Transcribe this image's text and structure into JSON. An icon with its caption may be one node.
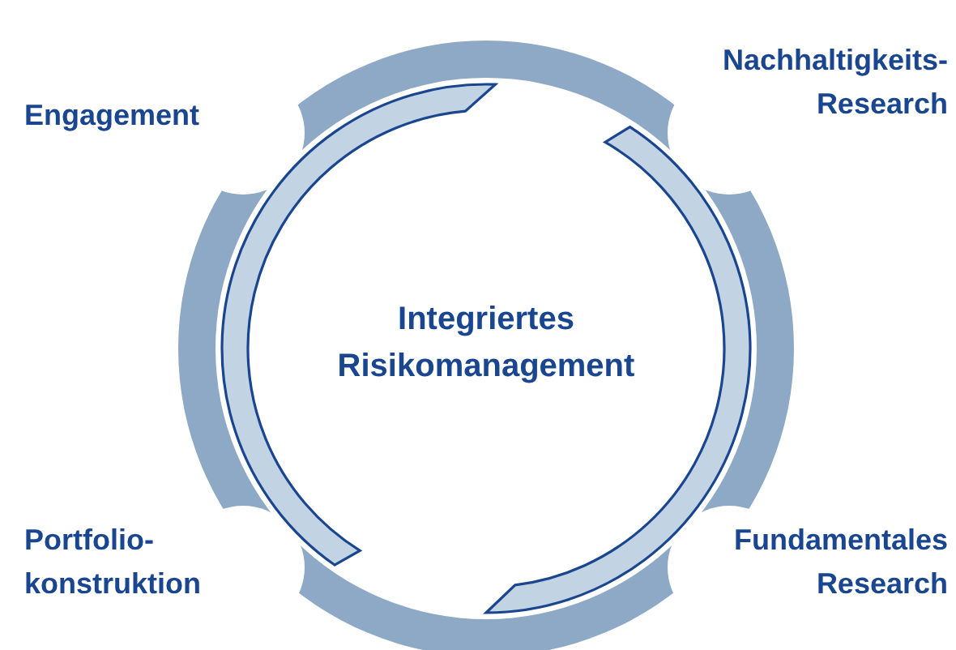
{
  "diagram": {
    "nodes": [
      {
        "text": [
          "Integriertes Risikomanagement"
        ]
      },
      {
        "text": [
          "Engagement"
        ]
      },
      {
        "text": [
          "Nachhaltigkeits- Research"
        ]
      },
      {
        "text": [
          "Portfolio- konstruktion"
        ]
      },
      {
        "text": [
          "Fundamentales Research"
        ]
      }
    ]
  }
}
